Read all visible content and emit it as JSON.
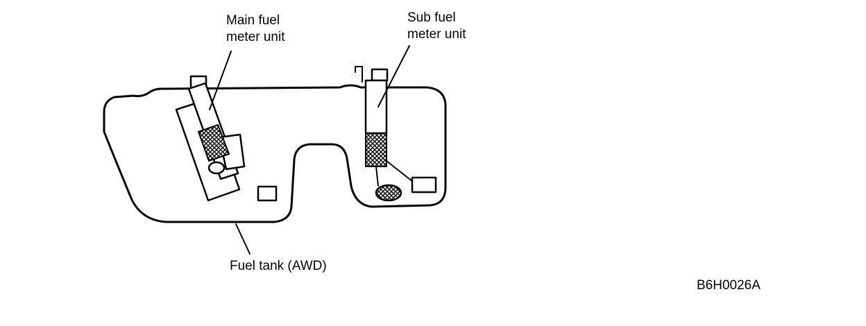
{
  "labels": {
    "main_unit": "Main fuel\nmeter unit",
    "sub_unit": "Sub fuel\nmeter unit",
    "tank": "Fuel tank (AWD)",
    "figure_code": "B6H0026A"
  }
}
